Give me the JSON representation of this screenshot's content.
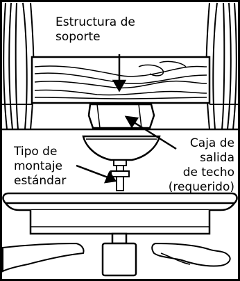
{
  "labels": {
    "support_structure": [
      "Estructura de",
      "soporte"
    ],
    "outlet_box": [
      "Caja de",
      "salida",
      "de techo",
      "(requerido)"
    ],
    "standard_mount": [
      "Tipo de",
      "montaje",
      "estándar"
    ]
  },
  "colors": {
    "line": "#000000",
    "background": "#ffffff"
  }
}
